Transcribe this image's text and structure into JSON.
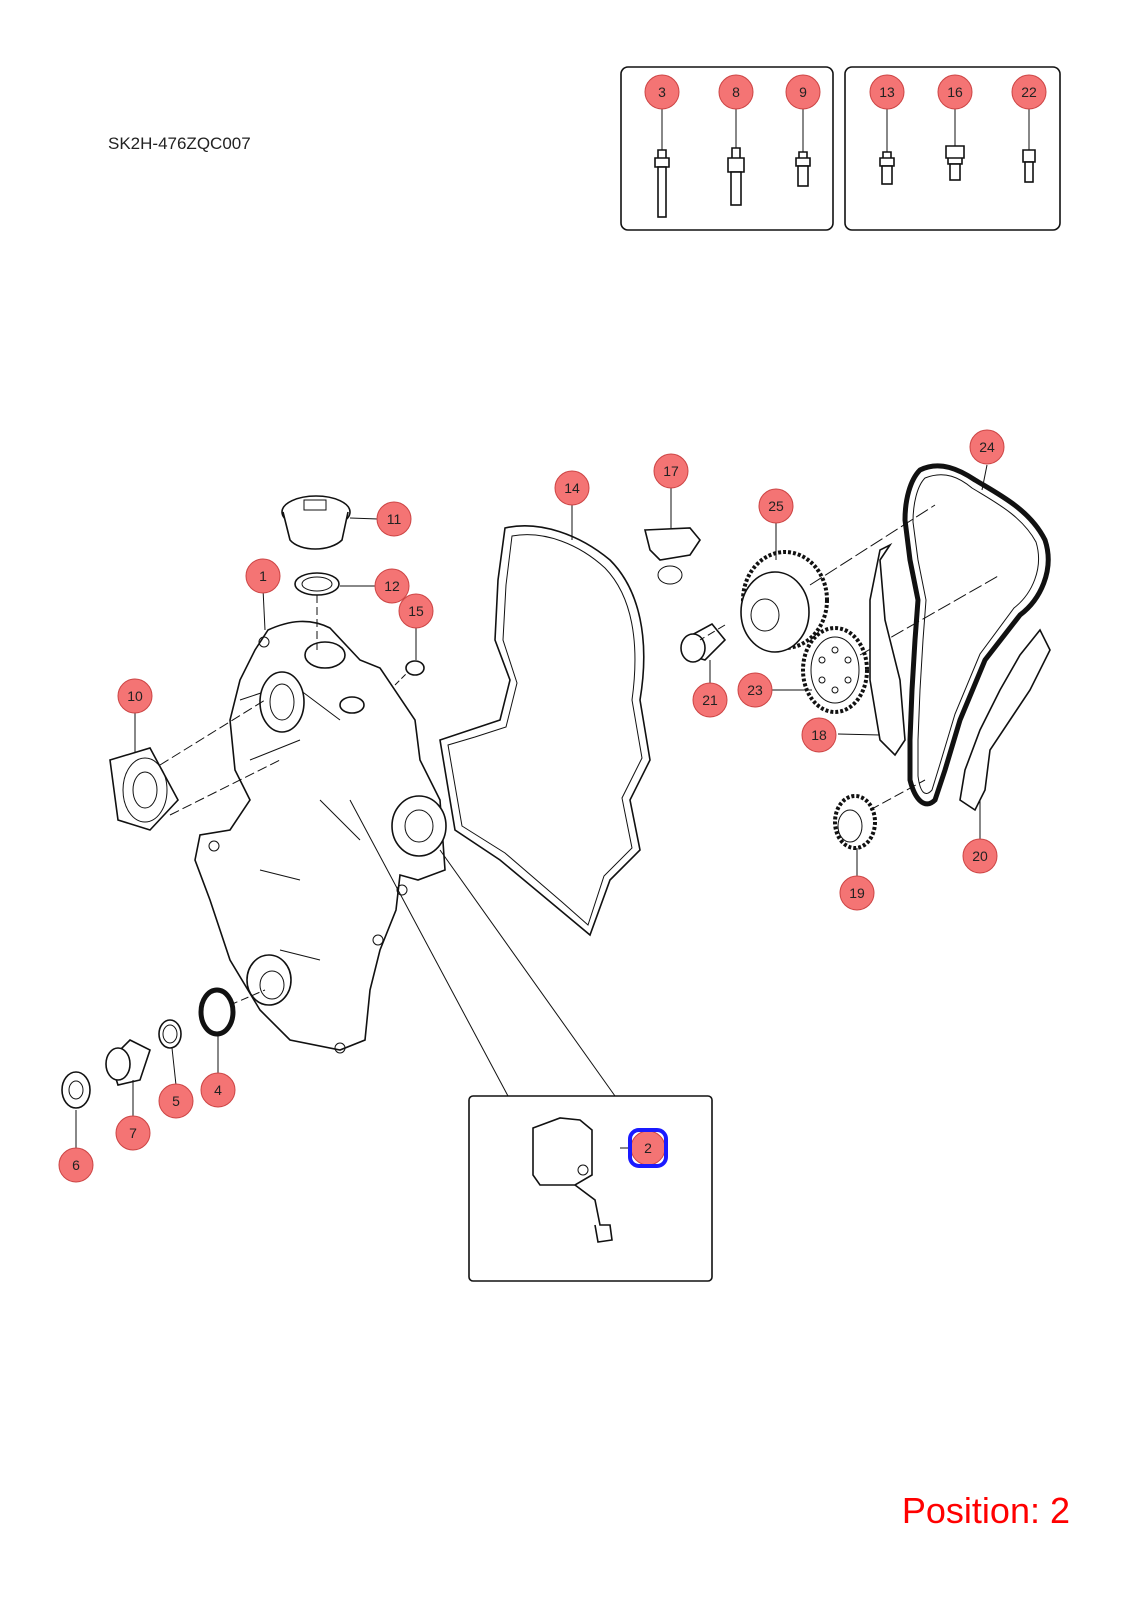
{
  "drawing_code": "SK2H-476ZQC007",
  "position_text": "Position: 2",
  "highlight_color": "#1a1aff",
  "callout_color": "#f47474",
  "callouts": [
    {
      "id": "1",
      "highlighted": false
    },
    {
      "id": "2",
      "highlighted": true
    },
    {
      "id": "3",
      "highlighted": false
    },
    {
      "id": "4",
      "highlighted": false
    },
    {
      "id": "5",
      "highlighted": false
    },
    {
      "id": "6",
      "highlighted": false
    },
    {
      "id": "7",
      "highlighted": false
    },
    {
      "id": "8",
      "highlighted": false
    },
    {
      "id": "9",
      "highlighted": false
    },
    {
      "id": "10",
      "highlighted": false
    },
    {
      "id": "11",
      "highlighted": false
    },
    {
      "id": "12",
      "highlighted": false
    },
    {
      "id": "13",
      "highlighted": false
    },
    {
      "id": "14",
      "highlighted": false
    },
    {
      "id": "15",
      "highlighted": false
    },
    {
      "id": "16",
      "highlighted": false
    },
    {
      "id": "17",
      "highlighted": false
    },
    {
      "id": "18",
      "highlighted": false
    },
    {
      "id": "19",
      "highlighted": false
    },
    {
      "id": "20",
      "highlighted": false
    },
    {
      "id": "21",
      "highlighted": false
    },
    {
      "id": "22",
      "highlighted": false
    },
    {
      "id": "23",
      "highlighted": false
    },
    {
      "id": "24",
      "highlighted": false
    },
    {
      "id": "25",
      "highlighted": false
    }
  ]
}
